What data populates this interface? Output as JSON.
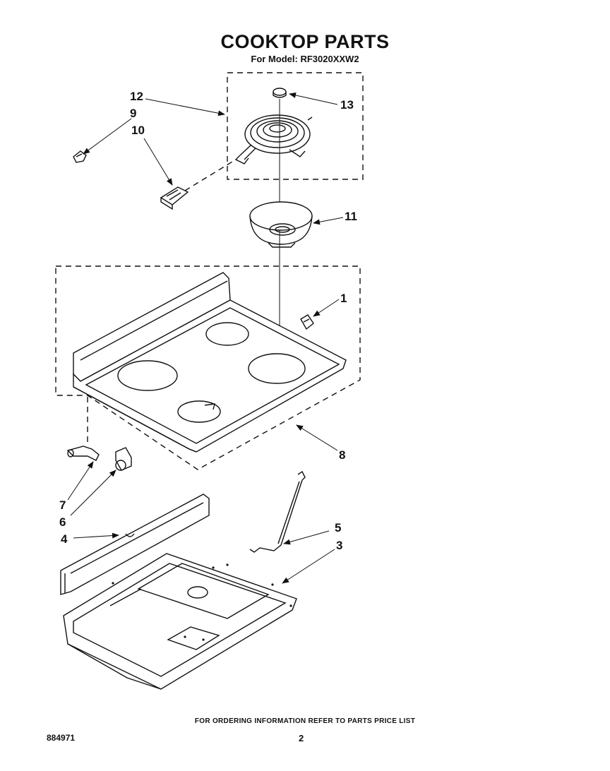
{
  "header": {
    "title": "COOKTOP PARTS",
    "subtitle": "For Model: RF3020XXW2"
  },
  "callouts": {
    "c1": "1",
    "c3": "3",
    "c4": "4",
    "c5": "5",
    "c6": "6",
    "c7": "7",
    "c8": "8",
    "c9": "9",
    "c10": "10",
    "c11": "11",
    "c12": "12",
    "c13": "13"
  },
  "footer": {
    "ordering_note": "FOR ORDERING INFORMATION REFER TO PARTS PRICE LIST",
    "document_number": "884971",
    "page_number": "2"
  }
}
